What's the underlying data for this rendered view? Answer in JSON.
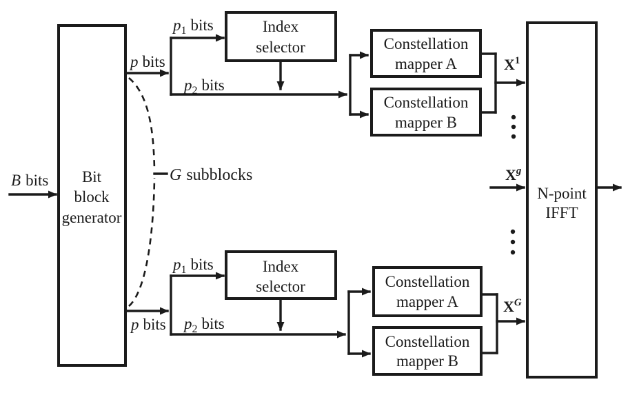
{
  "colors": {
    "line": "#1b1b1b",
    "background": "#ffffff"
  },
  "input_label": {
    "var": "B",
    "word": "bits"
  },
  "generator": {
    "line1": "Bit",
    "line2": "block",
    "line3": "generator"
  },
  "subblocks_label": {
    "var": "G",
    "word": "subblocks"
  },
  "top_group": {
    "p_label": {
      "var": "p",
      "word": "bits"
    },
    "p1_label": {
      "var": "p",
      "sub": "1",
      "word": "bits"
    },
    "p2_label": {
      "var": "p",
      "sub": "2",
      "word": "bits"
    },
    "index_selector": {
      "line1": "Index",
      "line2": "selector"
    },
    "mapper_a": {
      "line1": "Constellation",
      "line2": "mapper A"
    },
    "mapper_b": {
      "line1": "Constellation",
      "line2": "mapper B"
    },
    "output_label": {
      "var": "X",
      "sup": "1"
    }
  },
  "bottom_group": {
    "p_label": {
      "var": "p",
      "word": "bits"
    },
    "p1_label": {
      "var": "p",
      "sub": "1",
      "word": "bits"
    },
    "p2_label": {
      "var": "p",
      "sub": "2",
      "word": "bits"
    },
    "index_selector": {
      "line1": "Index",
      "line2": "selector"
    },
    "mapper_a": {
      "line1": "Constellation",
      "line2": "mapper A"
    },
    "mapper_b": {
      "line1": "Constellation",
      "line2": "mapper B"
    },
    "output_label": {
      "var": "X",
      "sup": "G"
    }
  },
  "ifft": {
    "line1": "N-point",
    "line2": "IFFT",
    "mid_input_label": {
      "var": "X",
      "sup": "g"
    }
  }
}
